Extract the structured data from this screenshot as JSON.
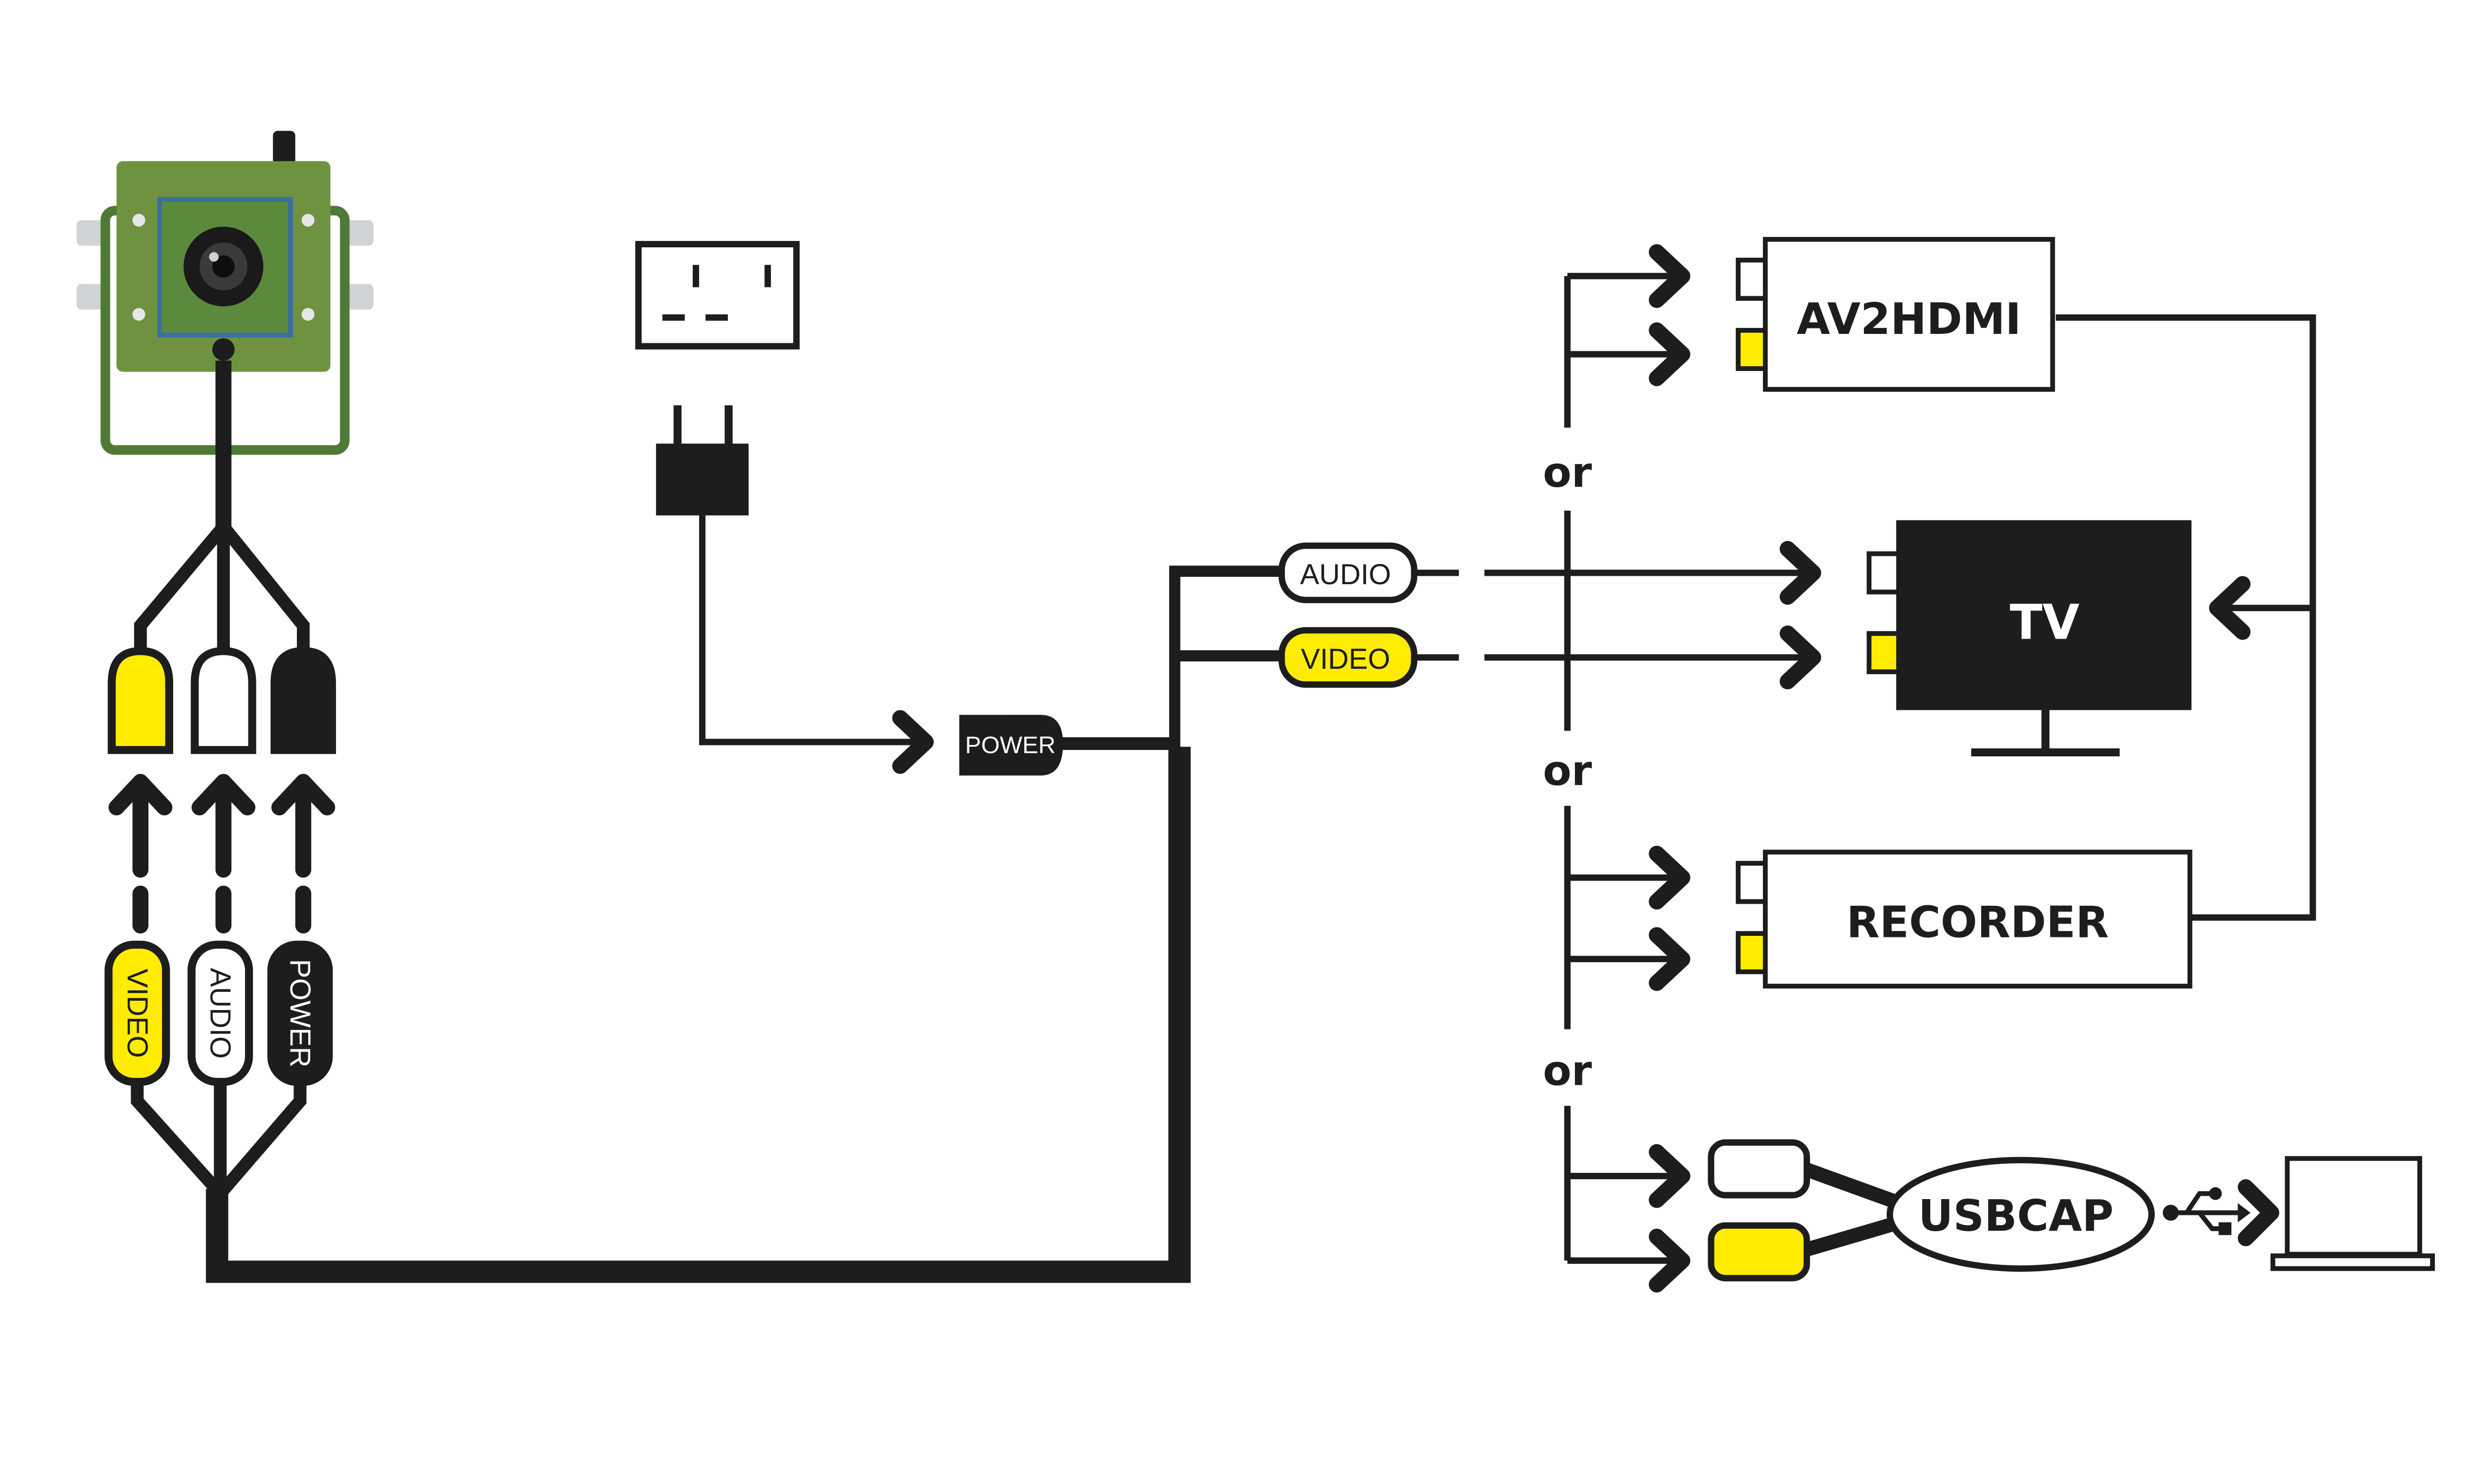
{
  "colors": {
    "ink": "#1d1d1d",
    "video_yellow": "#ffec00",
    "camera_green": "#6f9241",
    "camera_green_dark": "#4f7a35",
    "lens_frame": "#3a6fa0",
    "background": "#ffffff"
  },
  "icons": {
    "camera": "camera-module-icon",
    "outlet": "wall-outlet-icon",
    "plug": "power-plug-icon",
    "usb": "usb-icon",
    "laptop": "laptop-icon"
  },
  "camera_cable": {
    "connectors": [
      "video-rca-yellow",
      "audio-rca-white",
      "power-rca-black"
    ],
    "labels": {
      "video": "VIDEO",
      "audio": "AUDIO",
      "power": "POWER"
    }
  },
  "power_connector": {
    "label": "POWER"
  },
  "output_plugs": {
    "audio": "AUDIO",
    "video": "VIDEO"
  },
  "separators": [
    "or",
    "or",
    "or"
  ],
  "devices": {
    "av2hdmi": "AV2HDMI",
    "tv": "TV",
    "recorder": "RECORDER",
    "usbcap": "USBCAP"
  }
}
